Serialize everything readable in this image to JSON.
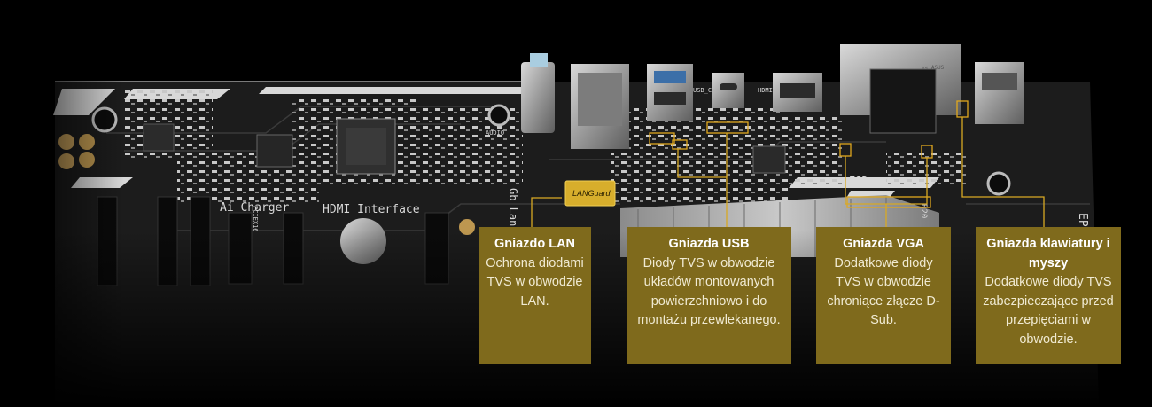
{
  "board": {
    "silkscreen": {
      "ai_charger": "Ai Charger",
      "hdmi_interface": "HDMI Interface",
      "gb_lan": "Gb Lan",
      "languard": "LANGuard",
      "esd": "ESD",
      "usb_c": "USB_C",
      "hdmi": "HDMI",
      "audio": "AUDIO",
      "pcie": "PCIEX16",
      "r20": "R20",
      "ep": "EP",
      "logo": "«« ASUS"
    },
    "colors": {
      "background": "#000000",
      "pcb": "#1c1c1c",
      "callout_fill": "#7f6a1c",
      "leader_line": "#d8a924",
      "highlight_box": "#e0a81e"
    }
  },
  "callouts": [
    {
      "title": "Gniazdo LAN",
      "body": "Ochrona diodami TVS w obwodzie LAN."
    },
    {
      "title": "Gniazda USB",
      "body": "Diody TVS w obwodzie układów montowanych powierzchniowo i do montażu przewlekanego."
    },
    {
      "title": "Gniazda VGA",
      "body": "Dodatkowe diody TVS w obwodzie chroniące złącze D-Sub."
    },
    {
      "title": "Gniazda klawiatury i myszy",
      "body": "Dodatkowe diody TVS zabezpieczające przed przepięciami w obwodzie."
    }
  ]
}
